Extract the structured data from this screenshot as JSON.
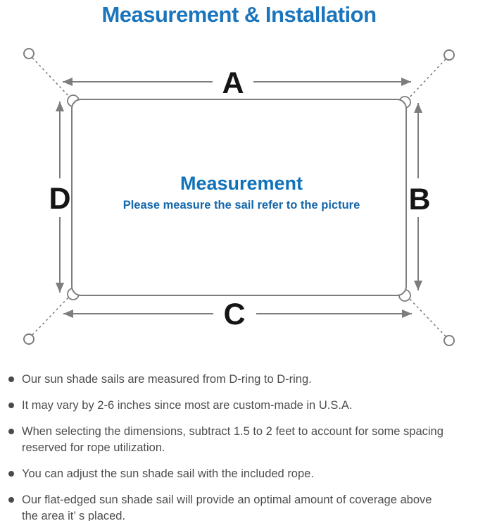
{
  "title": "Measurement & Installation",
  "diagram": {
    "label_a": "A",
    "label_b": "B",
    "label_c": "C",
    "label_d": "D",
    "center_title": "Measurement",
    "center_subtitle": "Please measure the sail refer to the picture"
  },
  "notes": [
    "Our sun shade sails are measured from D-ring to D-ring.",
    "It may vary by 2-6 inches since most are custom-made in U.S.A.",
    "When selecting the dimensions, subtract 1.5 to 2 feet to account for some spacing\nreserved for rope utilization.",
    "You can adjust the sun shade sail with the included rope.",
    "Our flat-edged sun shade sail will provide an optimal amount of coverage above\nthe area it’ s placed."
  ],
  "colors": {
    "title_blue": "#1b75bc",
    "center_title_blue": "#1072b8",
    "center_subtitle_blue": "#1467ab",
    "diagram_line_gray": "#7d7d7d",
    "dimension_label_black": "#151515",
    "note_text_gray": "#4d4d4d"
  }
}
